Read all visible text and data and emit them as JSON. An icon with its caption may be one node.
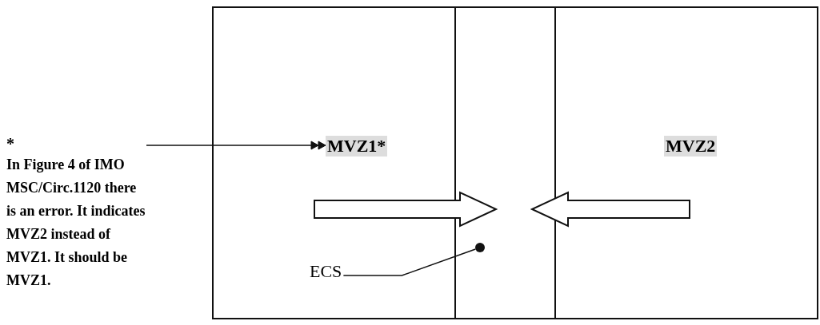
{
  "diagram": {
    "nodes": [
      {
        "text": [],
        "shape": "box"
      },
      {
        "text": [
          "MVZ1*"
        ],
        "in": 0
      },
      {
        "text": [],
        "shape": "box"
      },
      {
        "text": [],
        "shape": "box"
      },
      {
        "text": [
          "MVZ2"
        ],
        "in": 3
      },
      {
        "text": [
          "*",
          "In Figure 4 of IMO MSC/Circ.1120 there is an error. It indicates MVZ2 instead of MVZ1. It should be MVZ1."
        ]
      },
      {
        "text": [
          "ECS"
        ],
        "in": 0
      },
      {
        "text": [],
        "shape": "circle",
        "in": 2
      }
    ],
    "edges": [
      {
        "from": 5,
        "to": 1,
        "arrow": "to"
      },
      {
        "from": 0,
        "to": 2,
        "arrow": "to",
        "style": "thick"
      },
      {
        "from": 3,
        "to": 2,
        "arrow": "to",
        "style": "thick"
      },
      {
        "from": 6,
        "to": 7,
        "arrow": "none"
      }
    ]
  }
}
